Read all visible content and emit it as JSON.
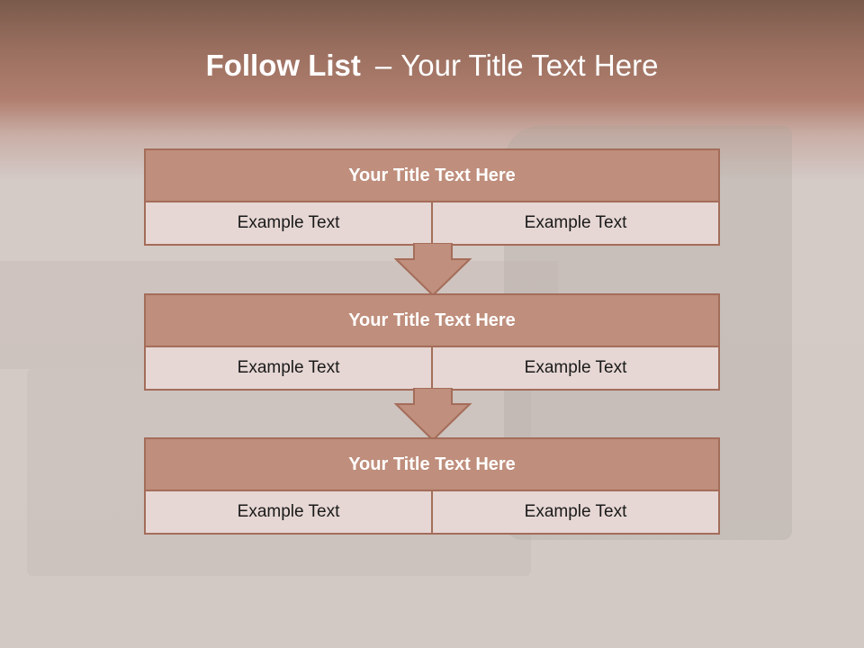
{
  "slide": {
    "heading_bold": "Follow List",
    "heading_dash": "–",
    "heading_rest": "Your Title Text Here"
  },
  "blocks": [
    {
      "title": "Your Title Text Here",
      "left": "Example Text",
      "right": "Example Text"
    },
    {
      "title": "Your Title Text Here",
      "left": "Example Text",
      "right": "Example Text"
    },
    {
      "title": "Your Title Text Here",
      "left": "Example Text",
      "right": "Example Text"
    }
  ],
  "colors": {
    "header_band": "#a97766",
    "block_title": "#bf8e7c",
    "block_cell": "#e6d7d4",
    "border": "#a46d5a",
    "arrow": "#c08f7d"
  }
}
